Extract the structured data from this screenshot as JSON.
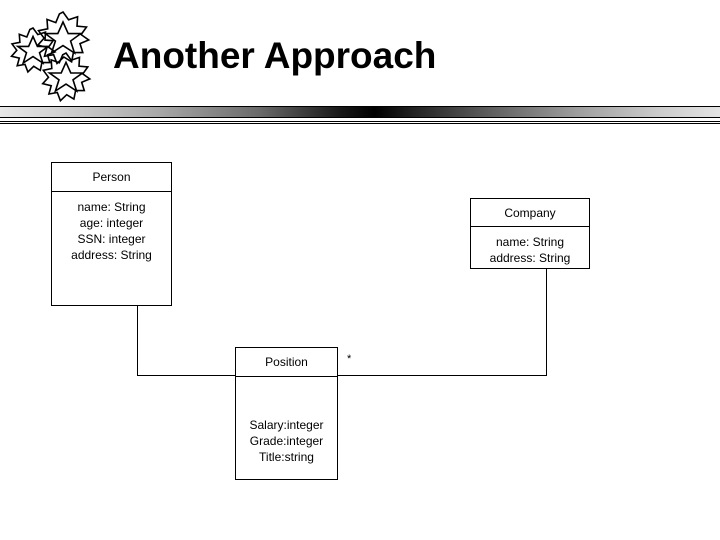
{
  "slide": {
    "title": "Another Approach",
    "logo_icon": "three-interlocking-gear-stars-logo"
  },
  "diagram": {
    "type": "uml-class-diagram",
    "classes": [
      {
        "id": "person",
        "name": "Person",
        "attributes": [
          "name: String",
          "age: integer",
          "SSN: integer",
          "address: String"
        ]
      },
      {
        "id": "company",
        "name": "Company",
        "attributes": [
          "name: String",
          "address: String"
        ]
      },
      {
        "id": "position",
        "name": "Position",
        "attributes": [
          "Salary:integer",
          "Grade:integer",
          "Title:string"
        ]
      }
    ],
    "associations": [
      {
        "id": "person-position",
        "from": "Person",
        "to": "Position",
        "multiplicity": ""
      },
      {
        "id": "company-position",
        "from": "Company",
        "to": "Position",
        "multiplicity": "*"
      }
    ],
    "multiplicity_star": "*"
  },
  "colors": {
    "background": "#ffffff",
    "ink": "#000000",
    "rule_light": "#e8e8e8",
    "rule_dark": "#000000"
  }
}
